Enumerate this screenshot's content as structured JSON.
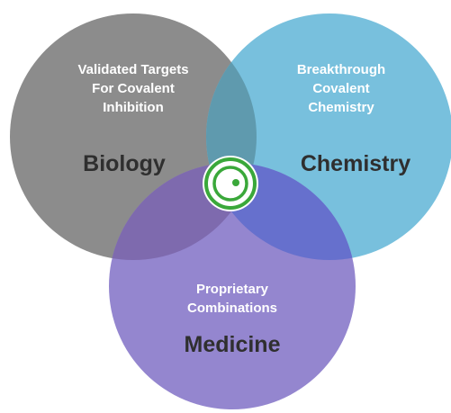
{
  "diagram": {
    "circles": [
      {
        "id": "biology",
        "title": "Biology",
        "subtitle_lines": [
          "Validated Targets",
          "For Covalent",
          "Inhibition"
        ],
        "color": "#8c8c8c"
      },
      {
        "id": "chemistry",
        "title": "Chemistry",
        "subtitle_lines": [
          "Breakthrough",
          "Covalent",
          "Chemistry"
        ],
        "color": "#78c0dd"
      },
      {
        "id": "medicine",
        "title": "Medicine",
        "subtitle_lines": [
          "Proprietary",
          "Combinations"
        ],
        "color": "#9486cf"
      }
    ],
    "overlap_colors": {
      "biology_chemistry": "#5f9aae",
      "biology_medicine": "#7e6aae",
      "chemistry_medicine": "#6670cd"
    },
    "center_logo": {
      "icon": "target-logo-icon",
      "ring_color": "#3aa83a"
    }
  }
}
